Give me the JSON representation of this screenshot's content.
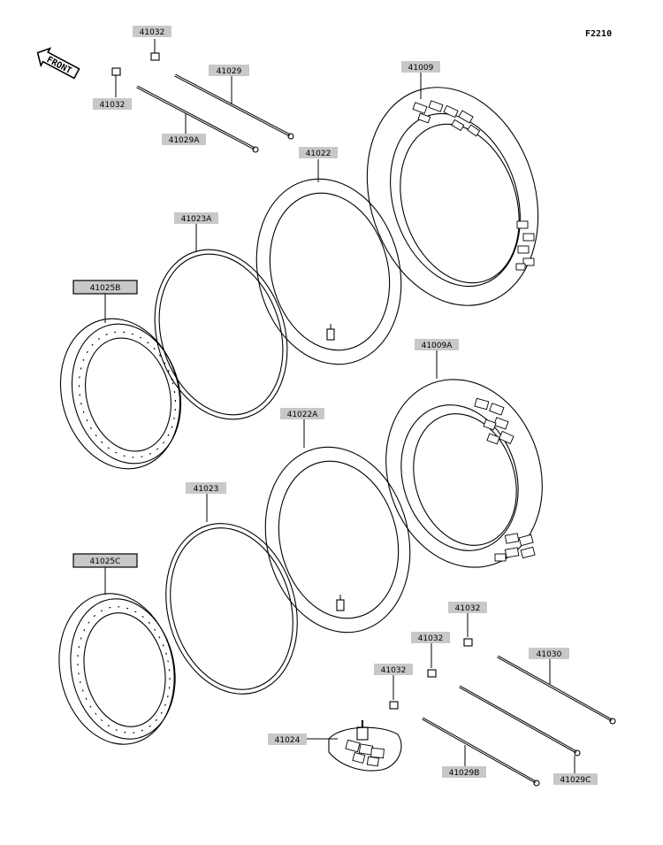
{
  "figure": {
    "code": "F2210"
  },
  "front_arrow": {
    "label": "FRONT"
  },
  "labels": {
    "p41032_a": "41032",
    "p41032_b": "41032",
    "p41029": "41029",
    "p41029A": "41029A",
    "p41009": "41009",
    "p41022": "41022",
    "p41023A": "41023A",
    "p41025B": "41025B",
    "p41009A": "41009A",
    "p41022A": "41022A",
    "p41023": "41023",
    "p41025C": "41025C",
    "p41032_c": "41032",
    "p41032_d": "41032",
    "p41032_e": "41032",
    "p41030": "41030",
    "p41024": "41024",
    "p41029B": "41029B",
    "p41029C": "41029C"
  }
}
